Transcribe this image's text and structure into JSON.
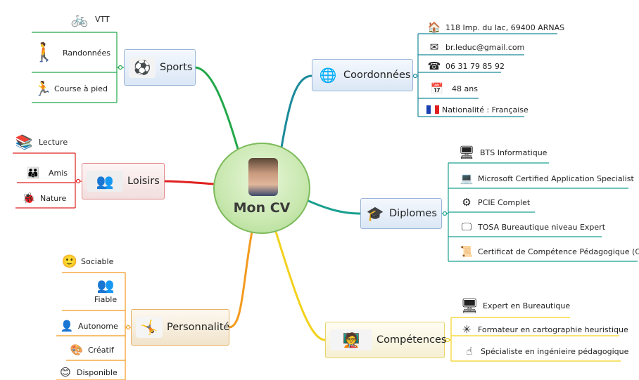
{
  "center": {
    "title": "Mon CV"
  },
  "colors": {
    "sports": "#22a84a",
    "loisirs": "#e02020",
    "personnalite": "#f39a1e",
    "coordonnees": "#1a8a9a",
    "diplomes": "#1aa090",
    "competences": "#f2d21e"
  },
  "branches": {
    "sports": {
      "label": "Sports",
      "icon": "sports-collage-icon",
      "items": [
        {
          "label": "VTT",
          "icon": "bicycle-icon"
        },
        {
          "label": "Randonnées",
          "icon": "hiker-icon"
        },
        {
          "label": "Course à pied",
          "icon": "runner-icon"
        }
      ]
    },
    "loisirs": {
      "label": "Loisirs",
      "icon": "people-group-icon",
      "items": [
        {
          "label": "Lecture",
          "icon": "books-icon"
        },
        {
          "label": "Amis",
          "icon": "friends-icon"
        },
        {
          "label": "Nature",
          "icon": "ladybug-icon"
        }
      ]
    },
    "personnalite": {
      "label": "Personnalité",
      "icon": "figure-icon",
      "items": [
        {
          "label": "Sociable",
          "icon": "chat-user-icon"
        },
        {
          "label": "Fiable",
          "icon": "users-icon"
        },
        {
          "label": "Autonome",
          "icon": "user-icon"
        },
        {
          "label": "Créatif",
          "icon": "palette-icon"
        },
        {
          "label": "Disponible",
          "icon": "smiley-icon"
        }
      ]
    },
    "coordonnees": {
      "label": "Coordonnées",
      "icon": "globe-icon",
      "items": [
        {
          "label": "118 Imp. du lac, 69400 ARNAS",
          "icon": "house-icon"
        },
        {
          "label": "br.leduc@gmail.com",
          "icon": "mail-icon"
        },
        {
          "label": "06 31 79 85 92",
          "icon": "phone-icon"
        },
        {
          "label": "48 ans",
          "icon": "calendar-icon"
        },
        {
          "label": "Nationalité : Française",
          "icon": "french-flag-icon"
        }
      ]
    },
    "diplomes": {
      "label": "Diplomes",
      "icon": "graduate-icon",
      "items": [
        {
          "label": "BTS Informatique",
          "icon": "server-icon"
        },
        {
          "label": "Microsoft Certified Application Specialist",
          "icon": "computer-icon"
        },
        {
          "label": "PCIE Complet",
          "icon": "gear-network-icon"
        },
        {
          "label": "TOSA Bureautique niveau Expert",
          "icon": "monitor-icon"
        },
        {
          "label": "Certificat de Compétence Pédagogique (CCP)",
          "icon": "certificate-icon"
        }
      ]
    },
    "competences": {
      "label": "Compétences",
      "icon": "teacher-icon",
      "items": [
        {
          "label": "Expert en Bureautique",
          "icon": "desktop-icon"
        },
        {
          "label": "Formateur en cartographie heuristique",
          "icon": "mindmap-icon"
        },
        {
          "label": "Spécialiste en ingénieire pédagogique",
          "icon": "cursor-icon"
        }
      ]
    }
  }
}
